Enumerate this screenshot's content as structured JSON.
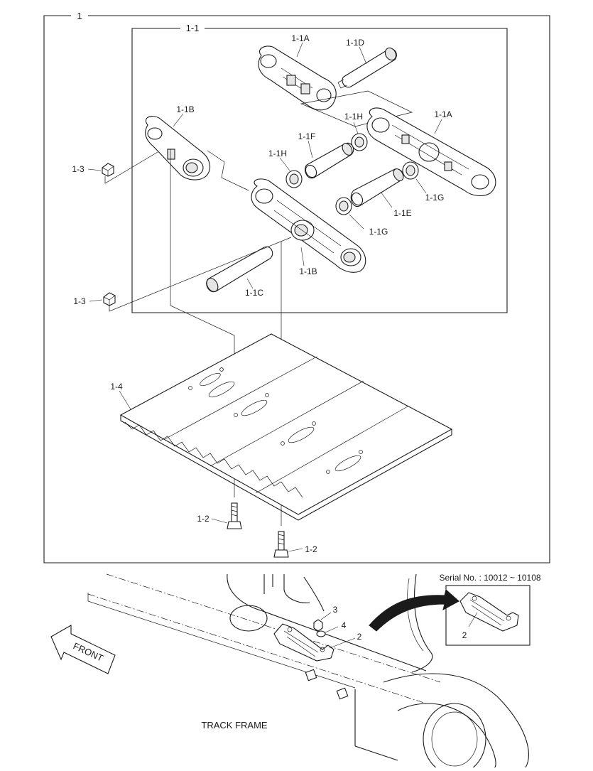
{
  "labels": {
    "assembly": "1",
    "subassembly": "1-1",
    "link_a_top": "1-1A",
    "pin_d": "1-1D",
    "link_b": "1-1B",
    "seal_h_top": "1-1H",
    "link_a_right": "1-1A",
    "bushing_f": "1-1F",
    "seal_h_mid": "1-1H",
    "seal_g_right": "1-1G",
    "bushing_e": "1-1E",
    "seal_g_mid": "1-1G",
    "link_b_mid": "1-1B",
    "pin_c": "1-1C",
    "nut_top": "1-3",
    "nut_bottom": "1-3",
    "shoe": "1-4",
    "bolt_left": "1-2",
    "bolt_right": "1-2",
    "serial": "Serial No. : 10012 ~ 10108",
    "guard_inset": "2",
    "guard": "2",
    "bolt_3": "3",
    "washer_4": "4",
    "front": "FRONT",
    "track_frame": "TRACK FRAME"
  }
}
